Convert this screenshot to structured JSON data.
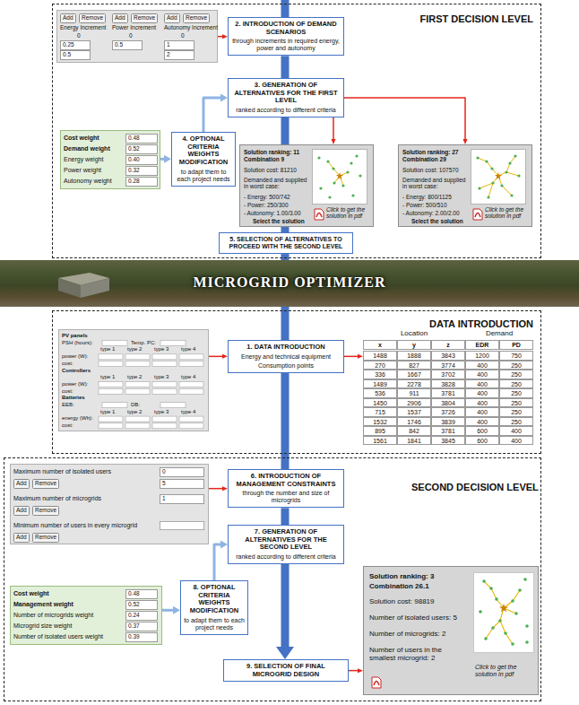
{
  "diagram": {
    "nodes": [
      {
        "text": [
          "FIRST DECISION LEVEL"
        ]
      },
      {
        "text": [
          "Add",
          "Remove",
          "Add",
          "Remove",
          "Add",
          "Remove",
          "Energy Increment",
          "Power Increment",
          "Autonomy Increment",
          "0",
          "0",
          "0",
          "0.25",
          "0.5",
          "0.5",
          "1",
          "2"
        ],
        "in": 0
      },
      {
        "text": [
          "2. INTRODUCTION OF DEMAND SCENARIOS",
          "through increments in required energy, power and autonomy"
        ],
        "in": 0
      },
      {
        "text": [
          "3. GENERATION OF ALTERNATIVES FOR THE FIRST LEVEL",
          "ranked according to different criteria"
        ],
        "in": 0
      },
      {
        "text": [
          "Cost weight",
          "0.48",
          "Demand weight",
          "0.52",
          "Energy weight",
          "0.40",
          "Power weight",
          "0.32",
          "Autonomy weight",
          "0.28"
        ],
        "in": 0
      },
      {
        "text": [
          "4. OPTIONAL CRITERIA WEIGHTS MODIFICATION",
          "to adapt them to each project needs"
        ],
        "in": 0
      },
      {
        "text": [
          "Solution ranking: 11",
          "Combination 9",
          "Solution cost: 81210",
          "Demanded and supplied in worst case:",
          "- Energy: 500/742",
          "- Power: 250/300",
          "- Autonomy: 1.00/3.00",
          "Select the solution",
          "Click to get the solution in pdf"
        ],
        "in": 0
      },
      {
        "text": [
          "Solution ranking: 27",
          "Combination 29",
          "Solution cost: 107570",
          "Demanded and supplied in worst case:",
          "- Energy: 800/1125",
          "- Power: 500/510",
          "- Autonomy: 2.00/2.00",
          "Select the solution",
          "Click to get the solution in pdf"
        ],
        "in": 0
      },
      {
        "text": [
          "5. SELECTION OF ALTERNATIVES TO PROCEED WITH THE SECOND LEVEL"
        ],
        "in": 0
      },
      {
        "text": [
          "MICROGRID OPTIMIZER"
        ]
      },
      {
        "text": [
          "DATA INTRODUCTION"
        ]
      },
      {
        "text": [
          "PV panels",
          "PSH (hours):",
          "Temp. PC:",
          "type 1",
          "type 2",
          "type 3",
          "type 4",
          "power (W):",
          "cost:",
          "Controllers",
          "type 1",
          "type 2",
          "type 3",
          "type 4",
          "power (W):",
          "cost:",
          "Batteries",
          "EEB:",
          "DB:",
          "type 1",
          "type 2",
          "type 3",
          "type 4",
          "energy (Wh):",
          "cost:"
        ],
        "in": 10
      },
      {
        "text": [
          "1. DATA INTRODUCTION",
          "Energy and technical equipment",
          "Consumption points"
        ],
        "in": 10
      },
      {
        "text": [
          "Location",
          "Demand",
          "x",
          "y",
          "z",
          "EDR",
          "PD",
          "1488",
          "1888",
          "3843",
          "1200",
          "750",
          "270",
          "827",
          "3774",
          "400",
          "250",
          "336",
          "1667",
          "3702",
          "400",
          "250",
          "1489",
          "2278",
          "3828",
          "400",
          "250",
          "536",
          "911",
          "3781",
          "400",
          "250",
          "1450",
          "2906",
          "3804",
          "400",
          "250",
          "715",
          "1537",
          "3726",
          "400",
          "250",
          "1532",
          "1746",
          "3839",
          "400",
          "250",
          "895",
          "842",
          "3781",
          "600",
          "400",
          "1561",
          "1841",
          "3845",
          "600",
          "400"
        ],
        "in": 10
      },
      {
        "text": [
          "SECOND DECISION LEVEL"
        ]
      },
      {
        "text": [
          "Maximum number of isolated users",
          "0",
          "Add",
          "Remove",
          "5",
          "Maximum number of microgrids",
          "1",
          "Add",
          "Remove",
          "Minimum number of users in every microgrid",
          "Add",
          "Remove"
        ],
        "in": 14
      },
      {
        "text": [
          "6. INTRODUCTION OF MANAGEMENT CONSTRAINTS",
          "through the number and size of microgrids"
        ],
        "in": 14
      },
      {
        "text": [
          "7. GENERATION OF ALTERNATIVES FOR THE SECOND LEVEL",
          "ranked according to different criteria"
        ],
        "in": 14
      },
      {
        "text": [
          "Cost weight",
          "0.48",
          "Management weight",
          "0.52",
          "Number of microgrids weight",
          "0.24",
          "Microgrid size weight",
          "0.37",
          "Number of isolated users weight",
          "0.39"
        ],
        "in": 14
      },
      {
        "text": [
          "8. OPTIONAL CRITERIA WEIGHTS MODIFICATION",
          "to adapt them to each project needs"
        ],
        "in": 14
      },
      {
        "text": [
          "9. SELECTION OF FINAL MICROGRID DESIGN"
        ],
        "in": 14
      },
      {
        "text": [
          "Solution ranking: 3",
          "Combination 26.1",
          "Solution cost: 98819",
          "Number of isolated users: 5",
          "Number of microgrids: 2",
          "Number of users in the smallest microgrid: 2",
          "Click to get the solution in pdf"
        ],
        "in": 14
      }
    ],
    "edges": [
      {
        "from": 1,
        "to": 2,
        "arrow": "to"
      },
      {
        "from": 2,
        "to": 3,
        "arrow": "none"
      },
      {
        "from": 3,
        "to": 6,
        "arrow": "to"
      },
      {
        "from": 3,
        "to": 7,
        "arrow": "to"
      },
      {
        "from": 4,
        "to": 5,
        "arrow": "to"
      },
      {
        "from": 5,
        "to": 3,
        "arrow": "to"
      },
      {
        "from": 3,
        "to": 8,
        "arrow": "none"
      },
      {
        "from": 8,
        "to": 9,
        "arrow": "none"
      },
      {
        "from": 9,
        "to": 12,
        "arrow": "none"
      },
      {
        "from": 11,
        "to": 12,
        "arrow": "to"
      },
      {
        "from": 12,
        "to": 13,
        "arrow": "to"
      },
      {
        "from": 12,
        "to": 16,
        "arrow": "none"
      },
      {
        "from": 15,
        "to": 16,
        "arrow": "to"
      },
      {
        "from": 16,
        "to": 17,
        "arrow": "none"
      },
      {
        "from": 18,
        "to": 19,
        "arrow": "to"
      },
      {
        "from": 19,
        "to": 17,
        "arrow": "to"
      },
      {
        "from": 17,
        "to": 20,
        "arrow": "to"
      },
      {
        "from": 20,
        "to": 21,
        "arrow": "to"
      }
    ]
  }
}
